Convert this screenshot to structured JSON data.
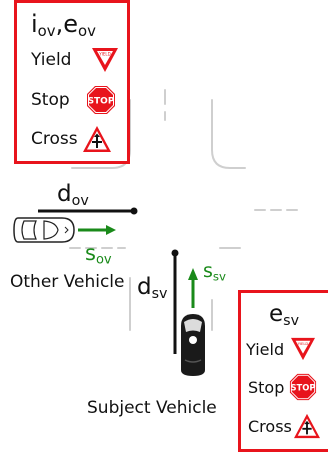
{
  "ov_panel": {
    "header_main": "i",
    "header_sub": "ov",
    "header_sep": ",e",
    "header_sub2": "ov",
    "rows": [
      {
        "label": "Yield",
        "icon": "yield-sign-icon",
        "sign_text": "YIELD"
      },
      {
        "label": "Stop",
        "icon": "stop-sign-icon",
        "sign_text": "STOP"
      },
      {
        "label": "Cross",
        "icon": "crossroad-warning-sign-icon"
      }
    ]
  },
  "sv_panel": {
    "header_main": "e",
    "header_sub": "sv",
    "rows": [
      {
        "label": "Yield",
        "icon": "yield-sign-icon",
        "sign_text": "YIELD"
      },
      {
        "label": "Stop",
        "icon": "stop-sign-icon",
        "sign_text": "STOP"
      },
      {
        "label": "Cross",
        "icon": "crossroad-warning-sign-icon"
      }
    ]
  },
  "labels": {
    "d_ov_main": "d",
    "d_ov_sub": "ov",
    "s_ov_main": "s",
    "s_ov_sub": "ov",
    "d_sv_main": "d",
    "d_sv_sub": "sv",
    "s_sv_main": "s",
    "s_sv_sub": "sv",
    "other_vehicle": "Other Vehicle",
    "subject_vehicle": "Subject Vehicle"
  },
  "colors": {
    "panel_border": "#e8141c",
    "speed_arrow": "#1a8a1a",
    "road_line": "#cfcfcf",
    "sign_red": "#e8141c",
    "car_dark": "#1a1a1a"
  }
}
